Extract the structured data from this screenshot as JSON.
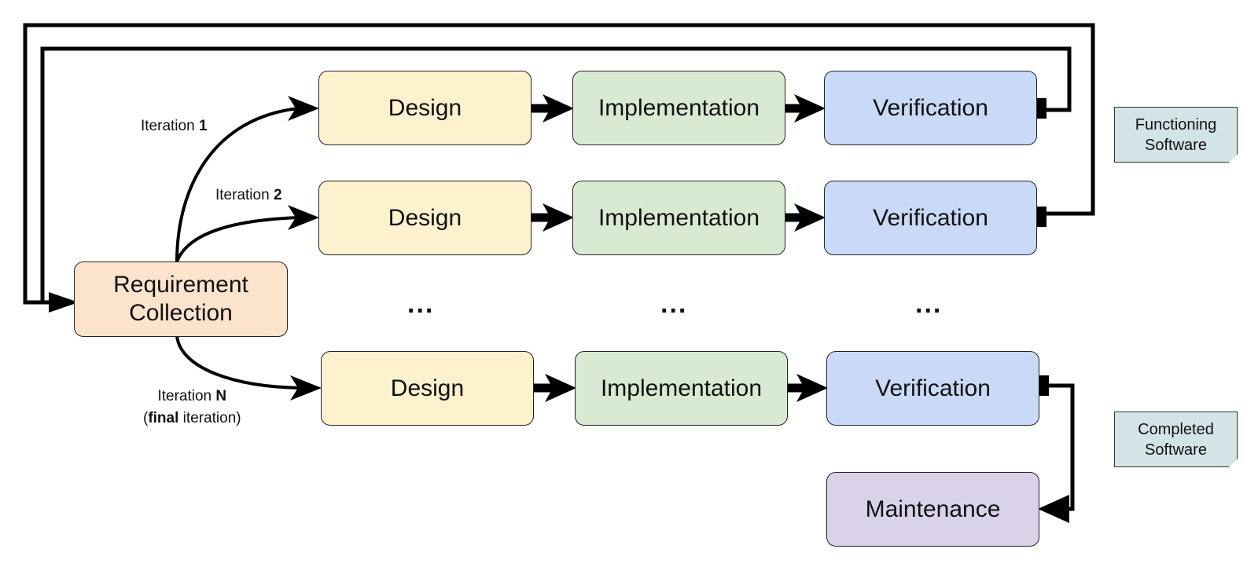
{
  "nodes": {
    "requirement": "Requirement Collection",
    "design": "Design",
    "implementation": "Implementation",
    "verification": "Verification",
    "maintenance": "Maintenance",
    "ellipsis": "..."
  },
  "iteration_labels": {
    "it1_prefix": "Iteration ",
    "it1_num": "1",
    "it2_prefix": "Iteration ",
    "it2_num": "2",
    "itN_prefix": "Iteration ",
    "itN_num": "N",
    "itN_paren_open": "(",
    "itN_final": "final",
    "itN_suffix": " iteration)"
  },
  "notes": {
    "functioning": "Functioning Software",
    "completed": "Completed Software"
  },
  "colors": {
    "requirement": "#fce3cc",
    "design": "#fdf1ce",
    "implementation": "#d9ead3",
    "verification": "#c9daf8",
    "maintenance": "#d9d2e9",
    "note": "#d3e3e6"
  }
}
